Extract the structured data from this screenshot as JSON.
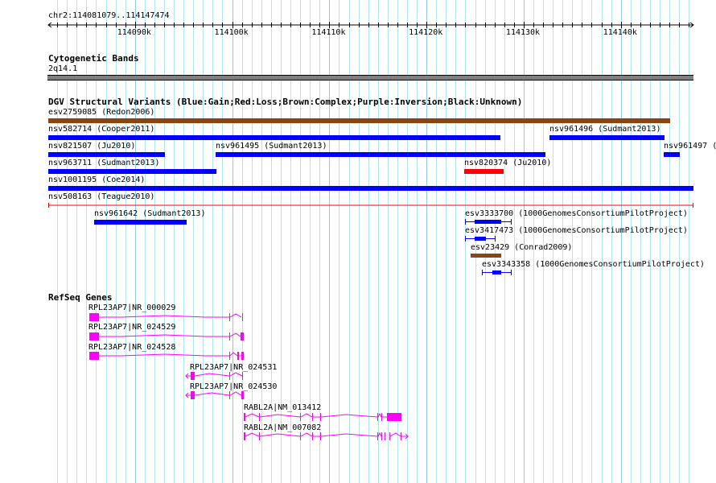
{
  "ruler": {
    "range_label": "chr2:114081079..114147474",
    "start": 114081079,
    "end": 114147474,
    "ticks": [
      "114090k",
      "114100k",
      "114110k",
      "114120k",
      "114130k",
      "114140k"
    ]
  },
  "cytoband": {
    "title": "Cytogenetic Bands",
    "band": "2q14.1"
  },
  "dgv": {
    "title": "DGV Structural Variants (Blue:Gain;Red:Loss;Brown:Complex;Purple:Inversion;Black:Unknown)",
    "colors": {
      "gain": "#0000ff",
      "loss": "#ff0000",
      "complex": "#8b4513"
    },
    "features": [
      {
        "label": "esv2759085 (Redon2006)",
        "type": "complex"
      },
      {
        "label": "nsv582714 (Cooper2011)",
        "type": "gain"
      },
      {
        "label": "nsv961496 (Sudmant2013)",
        "type": "gain"
      },
      {
        "label": "nsv821507 (Ju2010)",
        "type": "gain"
      },
      {
        "label": "nsv961495 (Sudmant2013)",
        "type": "gain"
      },
      {
        "label": "nsv961497 (",
        "type": "gain"
      },
      {
        "label": "nsv963711 (Sudmant2013)",
        "type": "gain"
      },
      {
        "label": "nsv820374 (Ju2010)",
        "type": "loss"
      },
      {
        "label": "nsv1001195 (Coe2014)",
        "type": "gain"
      },
      {
        "label": "nsv508163 (Teague2010)",
        "type": "loss"
      },
      {
        "label": "nsv961642 (Sudmant2013)",
        "type": "gain"
      },
      {
        "label": "esv3333700 (1000GenomesConsortiumPilotProject)",
        "type": "gain"
      },
      {
        "label": "esv3417473 (1000GenomesConsortiumPilotProject)",
        "type": "gain"
      },
      {
        "label": "esv23429 (Conrad2009)",
        "type": "complex"
      },
      {
        "label": "esv3343358 (1000GenomesConsortiumPilotProject)",
        "type": "gain"
      }
    ]
  },
  "refseq": {
    "title": "RefSeq Genes",
    "color": "#ff00ff",
    "genes": [
      {
        "label": "RPL23AP7|NR_000029"
      },
      {
        "label": "RPL23AP7|NR_024529"
      },
      {
        "label": "RPL23AP7|NR_024528"
      },
      {
        "label": "RPL23AP7|NR_024531"
      },
      {
        "label": "RPL23AP7|NR_024530"
      },
      {
        "label": "RABL2A|NM_013412"
      },
      {
        "label": "RABL2A|NM_007082"
      }
    ]
  }
}
